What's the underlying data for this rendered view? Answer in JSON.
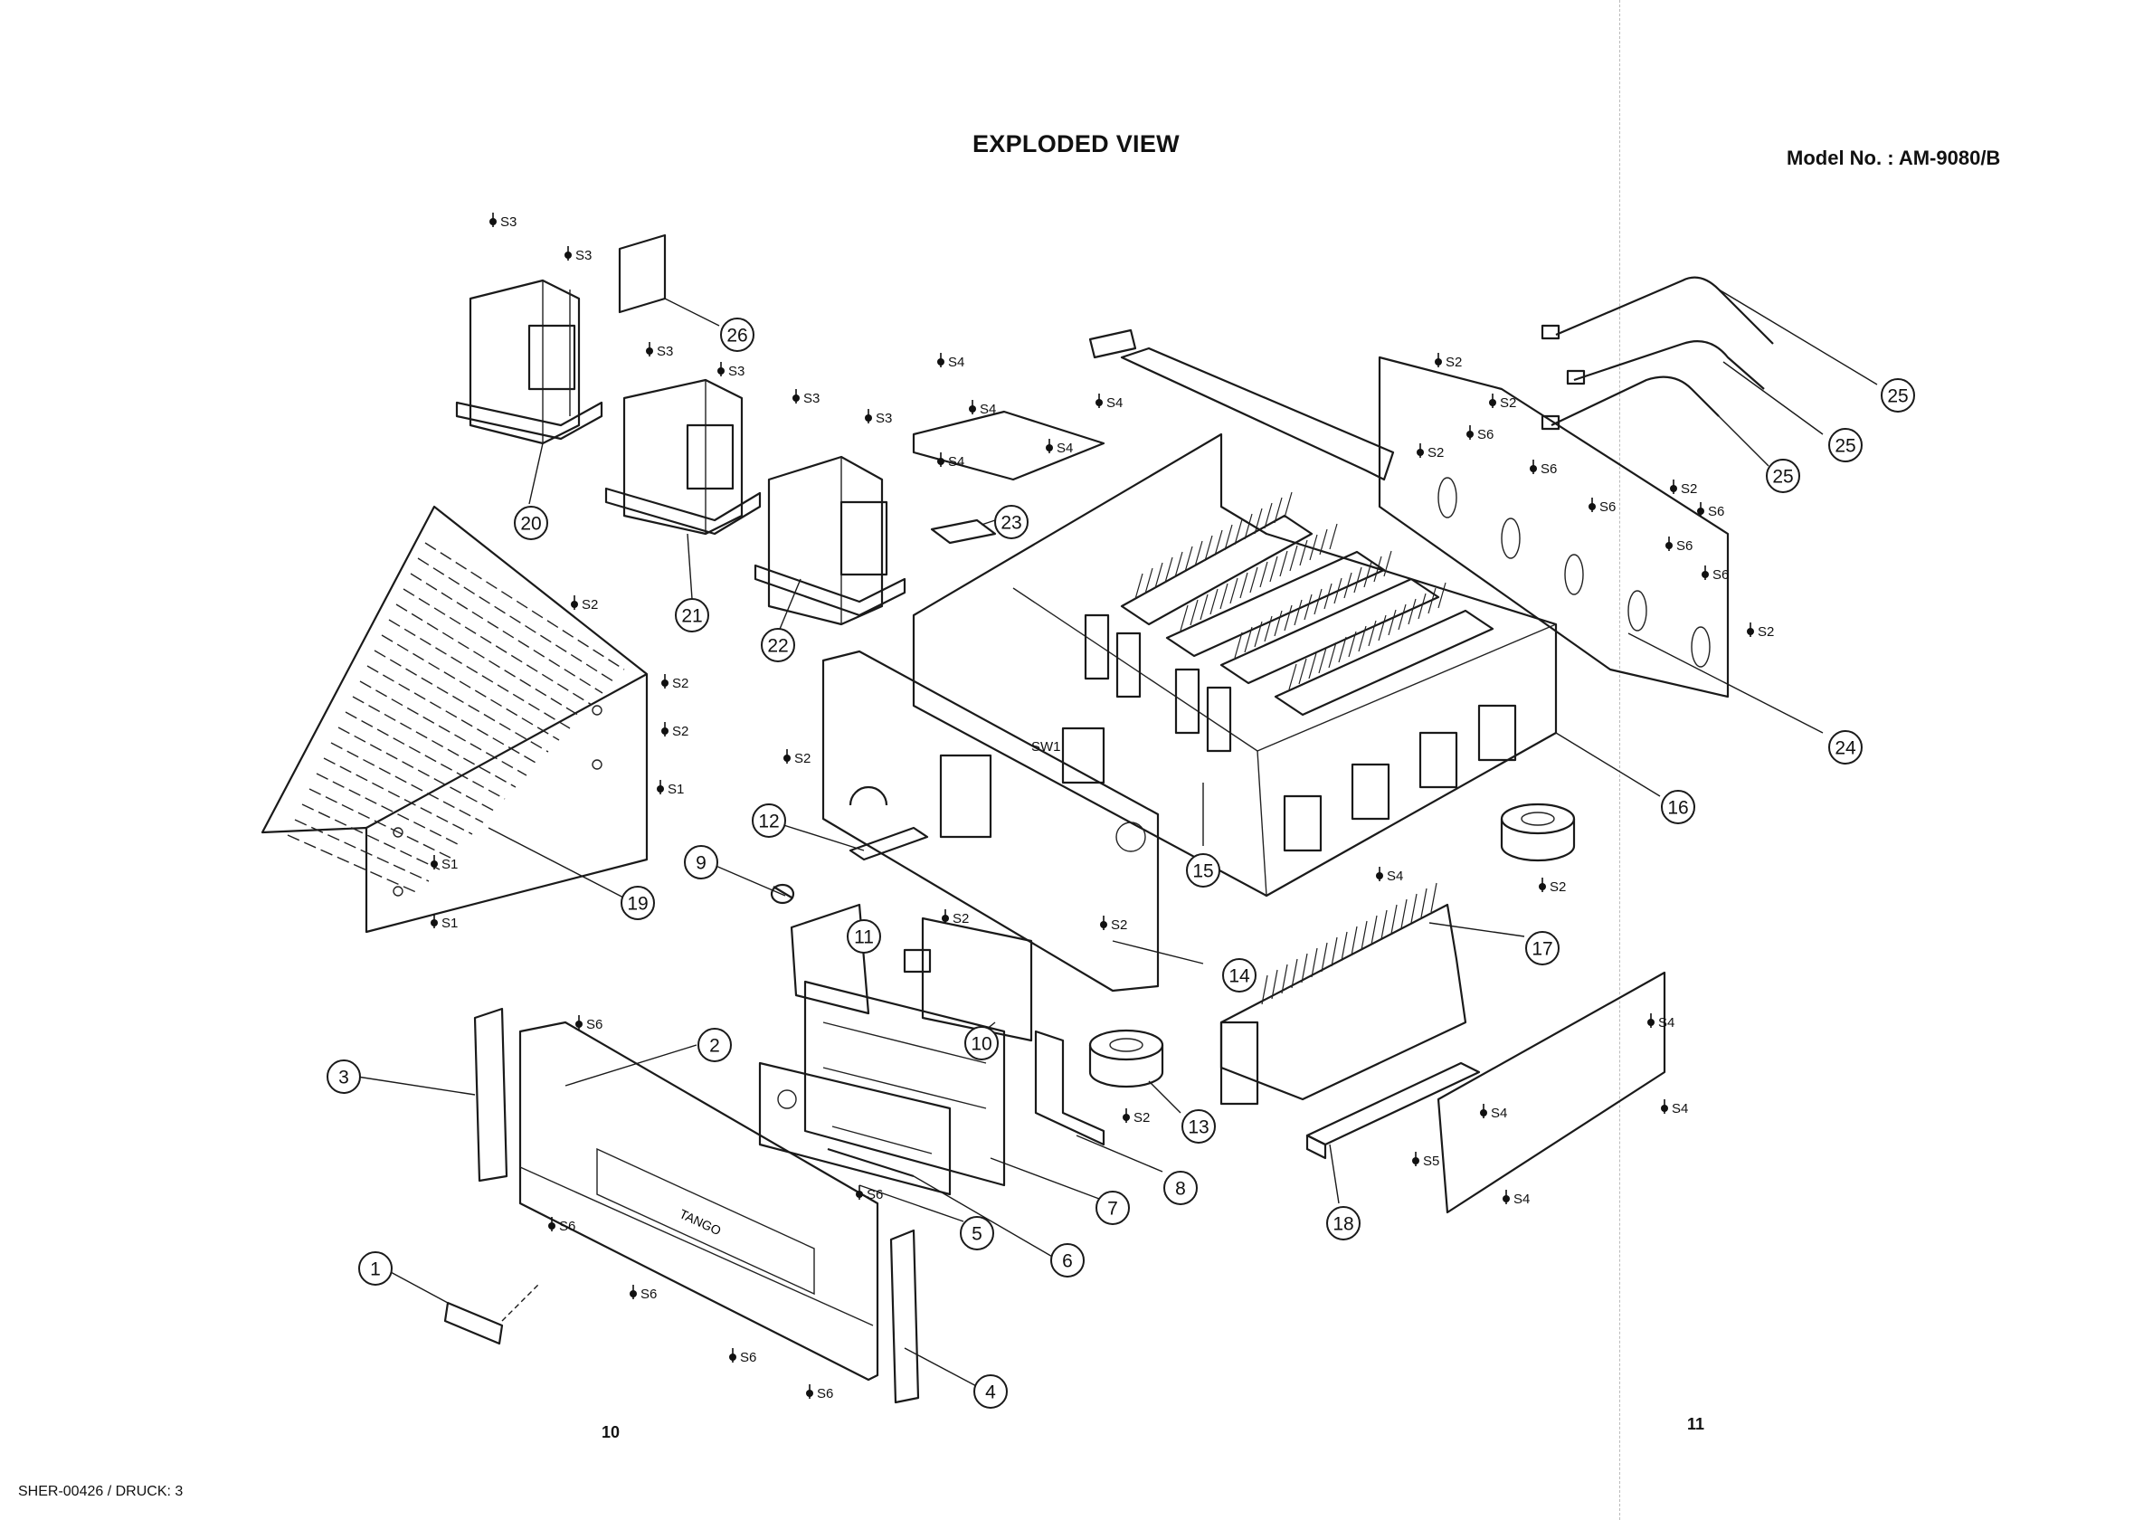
{
  "header": {
    "title": "EXPLODED VIEW",
    "model": "Model No. : AM-9080/B"
  },
  "pages": {
    "left": "10",
    "right": "11"
  },
  "footer": "SHER-00426 / DRUCK: 3",
  "callouts": [
    {
      "id": "c1",
      "label": "1"
    },
    {
      "id": "c2",
      "label": "2"
    },
    {
      "id": "c3",
      "label": "3"
    },
    {
      "id": "c4",
      "label": "4"
    },
    {
      "id": "c5",
      "label": "5"
    },
    {
      "id": "c6",
      "label": "6"
    },
    {
      "id": "c7",
      "label": "7"
    },
    {
      "id": "c8",
      "label": "8"
    },
    {
      "id": "c9",
      "label": "9"
    },
    {
      "id": "c10",
      "label": "10"
    },
    {
      "id": "c11",
      "label": "11"
    },
    {
      "id": "c12",
      "label": "12"
    },
    {
      "id": "c13",
      "label": "13"
    },
    {
      "id": "c14",
      "label": "14"
    },
    {
      "id": "c15",
      "label": "15"
    },
    {
      "id": "c16",
      "label": "16"
    },
    {
      "id": "c17",
      "label": "17"
    },
    {
      "id": "c18",
      "label": "18"
    },
    {
      "id": "c19",
      "label": "19"
    },
    {
      "id": "c20",
      "label": "20"
    },
    {
      "id": "c21",
      "label": "21"
    },
    {
      "id": "c22",
      "label": "22"
    },
    {
      "id": "c23",
      "label": "23"
    },
    {
      "id": "c24",
      "label": "24"
    },
    {
      "id": "c25a",
      "label": "25"
    },
    {
      "id": "c25b",
      "label": "25"
    },
    {
      "id": "c25c",
      "label": "25"
    },
    {
      "id": "c26",
      "label": "26"
    }
  ],
  "screws": [
    "S1",
    "S2",
    "S3",
    "S4",
    "S5",
    "S6"
  ],
  "switch_label": "SW1"
}
